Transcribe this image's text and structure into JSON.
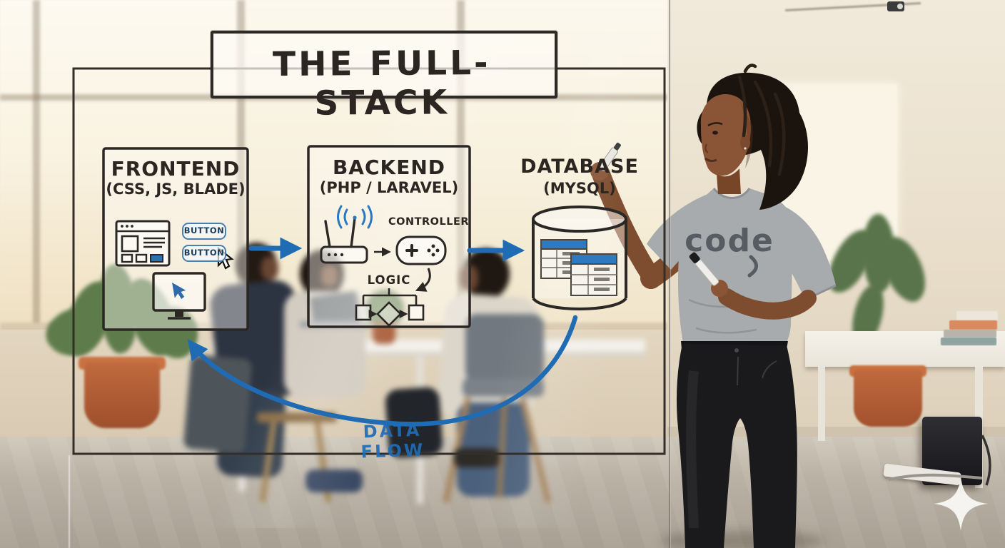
{
  "board": {
    "title": "THE FULL-STACK",
    "nodes": [
      {
        "id": "frontend",
        "label": "FRONTEND",
        "sublabel": "(CSS, JS, BLADE)",
        "buttons": [
          "BUTTON",
          "BUTTON"
        ],
        "icons": [
          "browser-window-icon",
          "button-cursor-icon",
          "monitor-icon",
          "monitor-cursor-icon"
        ]
      },
      {
        "id": "backend",
        "label": "BACKEND",
        "sublabel": "(PHP / LARAVEL)",
        "captions": [
          "CONTROLLER",
          "LOGIC"
        ],
        "icons": [
          "router-icon",
          "wifi-signal-icon",
          "flow-arrow-icon",
          "controller-icon",
          "logic-branch-icon"
        ]
      },
      {
        "id": "database",
        "label": "DATABASE",
        "sublabel": "(MYSQL)",
        "icons": [
          "database-cylinder-icon",
          "table-icon",
          "table-icon"
        ]
      }
    ],
    "connections": [
      {
        "from": "frontend",
        "to": "backend",
        "type": "arrow"
      },
      {
        "from": "backend",
        "to": "database",
        "type": "arrow"
      },
      {
        "from": "database",
        "to": "frontend",
        "type": "curved-arrow",
        "label": "DATA FLOW"
      }
    ],
    "flow_label": "DATA FLOW",
    "colors": {
      "marker_ink": "#2b2622",
      "flow_blue": "#1f6cb5",
      "button_border": "#4a80b0",
      "button_text": "#1d3a57",
      "table_header_blue": "#2f79c0"
    }
  },
  "presenter": {
    "shirt_text": "code"
  },
  "icons": {
    "browser-window-icon": "▢",
    "button-cursor-icon": "↖",
    "monitor-icon": "🖵",
    "monitor-cursor-icon": "↖",
    "router-icon": "⎍",
    "wifi-signal-icon": "〜",
    "flow-arrow-icon": "→",
    "controller-icon": "🎮",
    "logic-branch-icon": "◇",
    "database-cylinder-icon": "⛁",
    "table-icon": "▦",
    "curved-arrow-icon": "↶",
    "marker-icon": "✎",
    "security-camera-icon": "📷",
    "sparkle-watermark-icon": "✦"
  }
}
